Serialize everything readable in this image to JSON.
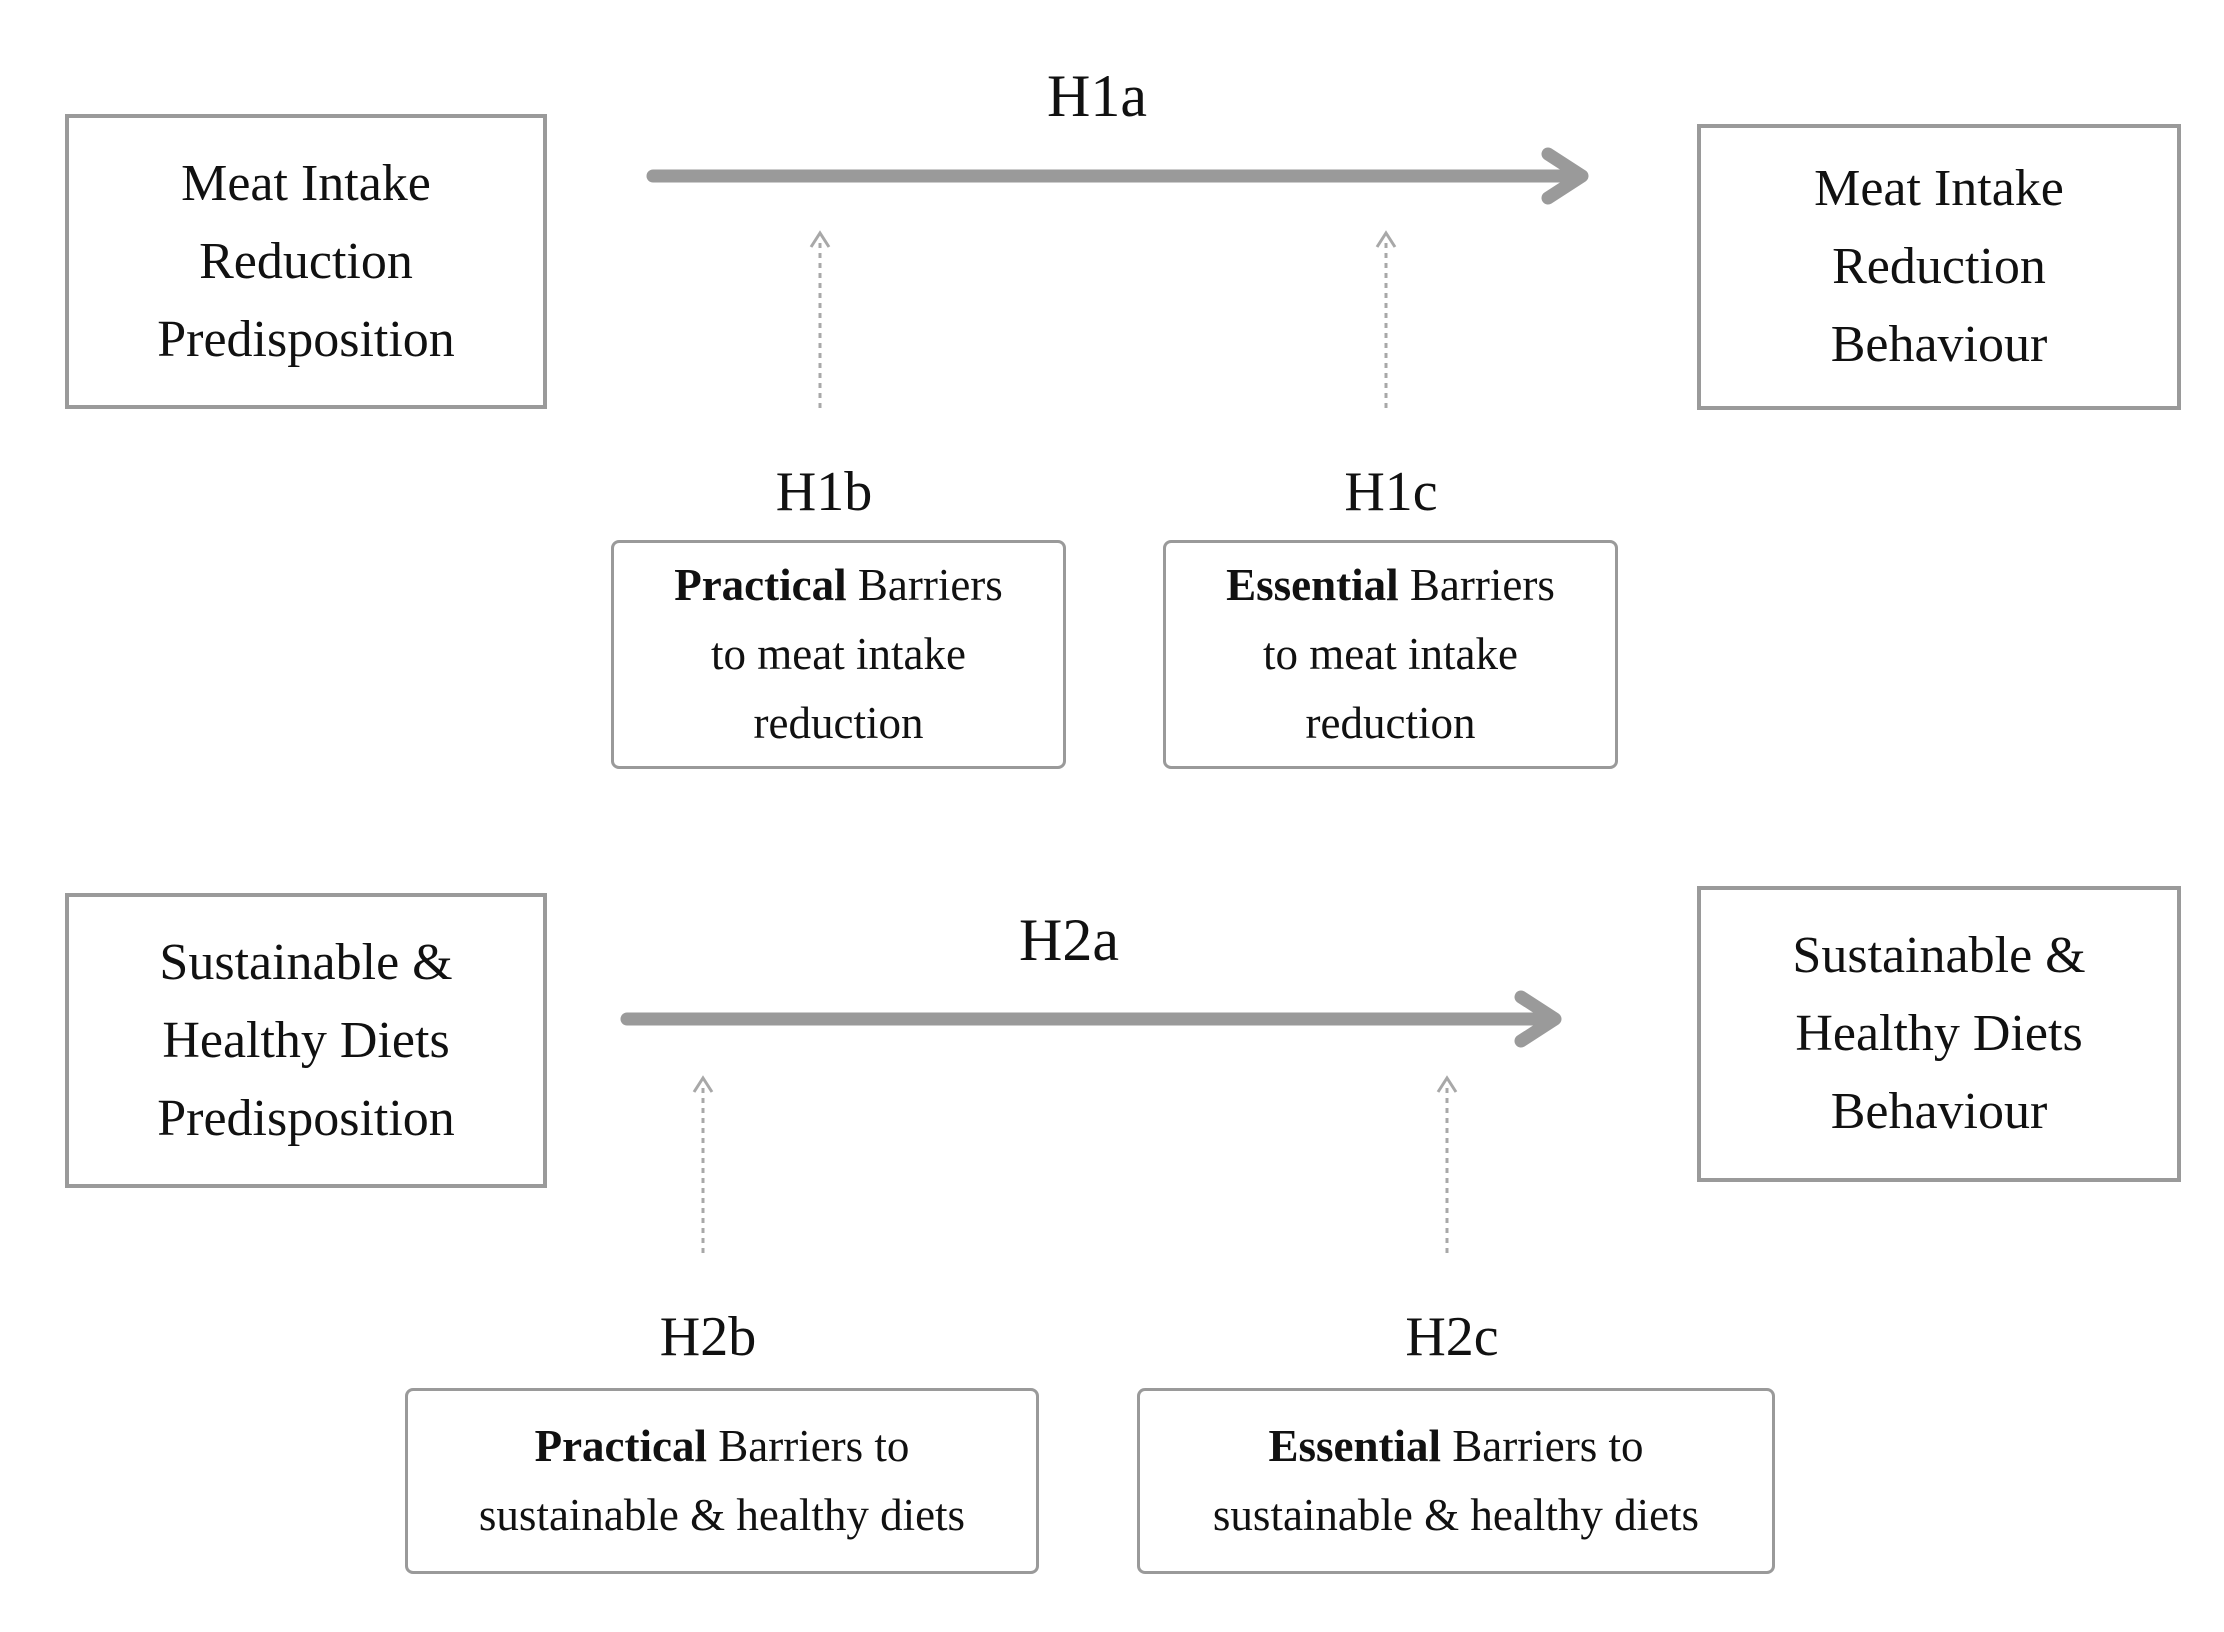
{
  "top": {
    "left_box": [
      "Meat Intake",
      "Reduction",
      "Predisposition"
    ],
    "right_box": [
      "Meat Intake",
      "Reduction",
      "Behaviour"
    ],
    "h1a": "H1a",
    "h1b": "H1b",
    "h1c": "H1c",
    "practical_box": {
      "bold": "Practical",
      "rest": " Barriers",
      "line2": "to meat intake",
      "line3": "reduction"
    },
    "essential_box": {
      "bold": "Essential",
      "rest": " Barriers",
      "line2": "to meat intake",
      "line3": "reduction"
    }
  },
  "bottom": {
    "left_box": [
      "Sustainable &",
      "Healthy Diets",
      "Predisposition"
    ],
    "right_box": [
      "Sustainable &",
      "Healthy Diets",
      "Behaviour"
    ],
    "h2a": "H2a",
    "h2b": "H2b",
    "h2c": "H2c",
    "practical_box": {
      "bold": "Practical",
      "rest": " Barriers to",
      "line2": "sustainable & healthy diets"
    },
    "essential_box": {
      "bold": "Essential",
      "rest": " Barriers to",
      "line2": "sustainable & healthy diets"
    }
  },
  "colors": {
    "line": "#9a9a9a",
    "text": "#111111"
  }
}
